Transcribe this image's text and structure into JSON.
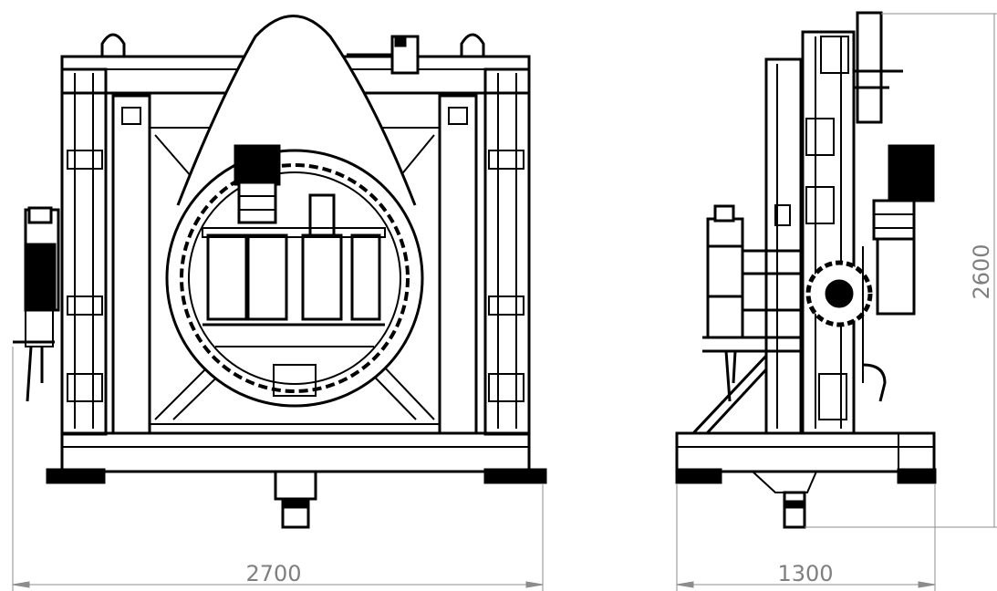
{
  "dimensions": {
    "front_width": "2700",
    "side_width": "1300",
    "height": "2600"
  },
  "colors": {
    "line": "#000000",
    "dimension": "#8c8c8c",
    "background": "#ffffff"
  }
}
